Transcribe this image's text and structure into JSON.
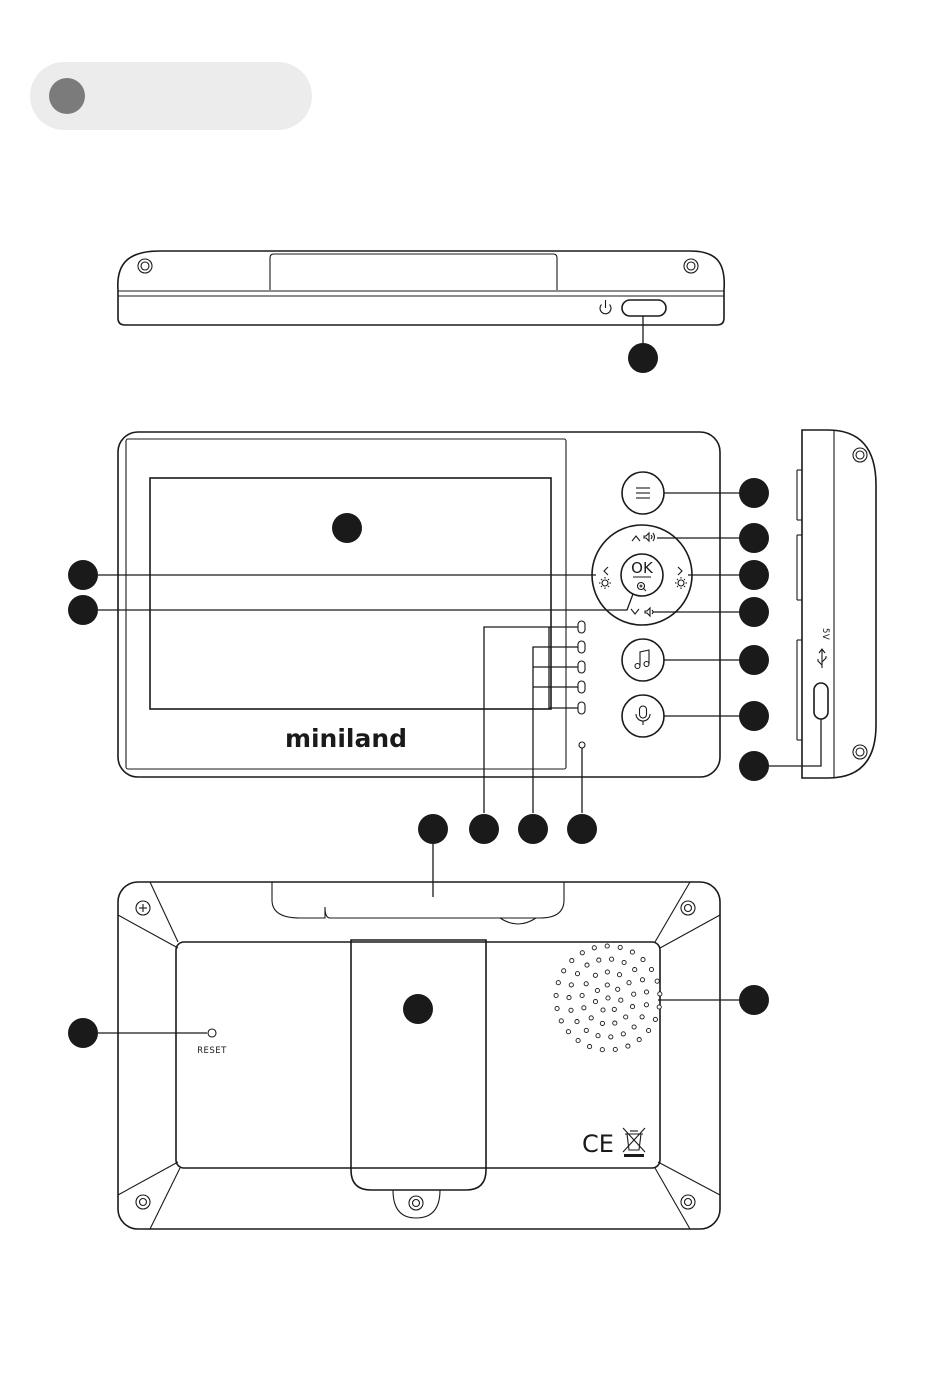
{
  "labels": {
    "brand": "miniland",
    "ok": "OK",
    "reset": "RESET",
    "usb_voltage": "5V",
    "ce_mark": "CE"
  },
  "icons": [
    "power-icon",
    "menu-icon",
    "volume-up-icon",
    "volume-down-icon",
    "brightness-icon",
    "zoom-icon",
    "music-note-icon",
    "microphone-icon",
    "usb-icon",
    "weee-bin-icon",
    "screw-icon"
  ],
  "colors": {
    "line": "#1a1a1a",
    "section_pill": "#ececec",
    "section_dot": "#7b7b7b"
  }
}
